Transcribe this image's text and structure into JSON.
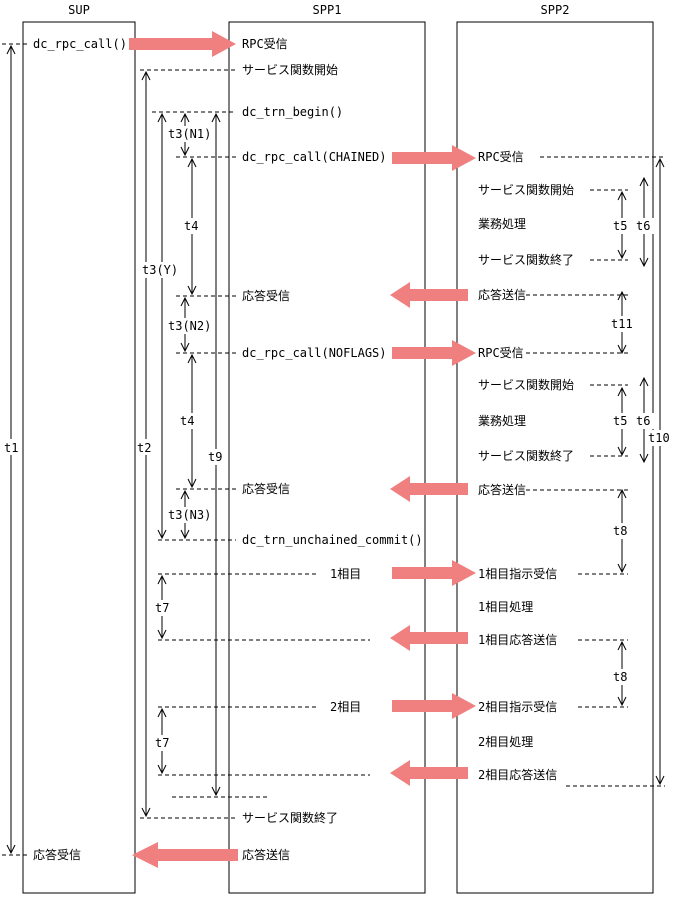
{
  "lanes": {
    "sup": "SUP",
    "spp1": "SPP1",
    "spp2": "SPP2"
  },
  "sup_texts": {
    "call": "dc_rpc_call()",
    "reply": "応答受信"
  },
  "spp1_texts": {
    "rpc_recv": "RPC受信",
    "svc_start": "サービス関数開始",
    "trn_begin": "dc_trn_begin()",
    "call_chained": "dc_rpc_call(CHAINED)",
    "reply1": "応答受信",
    "call_noflags": "dc_rpc_call(NOFLAGS)",
    "reply2": "応答受信",
    "commit": "dc_trn_unchained_commit()",
    "phase1": "1相目",
    "phase2": "2相目",
    "svc_end": "サービス関数終了",
    "reply_send": "応答送信"
  },
  "spp2_texts": {
    "rpc_recv1": "RPC受信",
    "svc_start1": "サービス関数開始",
    "biz1": "業務処理",
    "svc_end1": "サービス関数終了",
    "reply_send1": "応答送信",
    "rpc_recv2": "RPC受信",
    "svc_start2": "サービス関数開始",
    "biz2": "業務処理",
    "svc_end2": "サービス関数終了",
    "reply_send2": "応答送信",
    "p1_recv": "1相目指示受信",
    "p1_proc": "1相目処理",
    "p1_send": "1相目応答送信",
    "p2_recv": "2相目指示受信",
    "p2_proc": "2相目処理",
    "p2_send": "2相目応答送信"
  },
  "time_labels": {
    "t1": "t1",
    "t2": "t2",
    "t3n1": "t3(N1)",
    "t3y": "t3(Y)",
    "t3n2": "t3(N2)",
    "t3n3": "t3(N3)",
    "t4a": "t4",
    "t4b": "t4",
    "t9": "t9",
    "t5a": "t5",
    "t6a": "t6",
    "t5b": "t5",
    "t6b": "t6",
    "t10": "t10",
    "t11": "t11",
    "t8a": "t8",
    "t8b": "t8",
    "t7a": "t7",
    "t7b": "t7"
  },
  "colors": {
    "arrow": "#f08080",
    "line": "#000000"
  }
}
